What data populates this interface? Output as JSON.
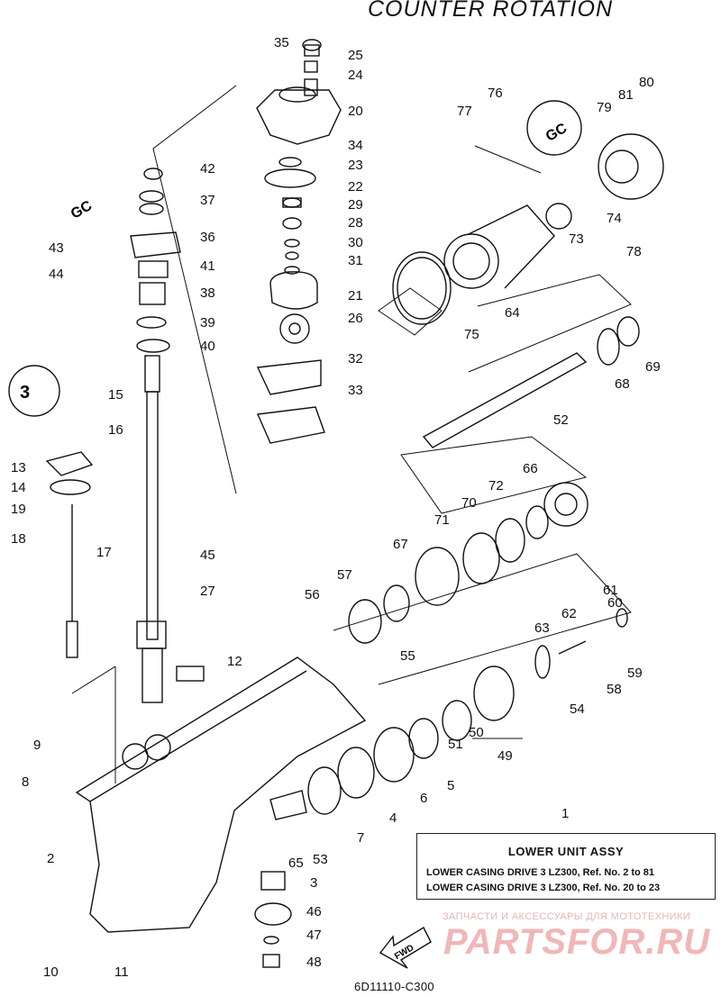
{
  "header": {
    "title": "COUNTER  ROTATION"
  },
  "callouts": [
    "1",
    "2",
    "3",
    "4",
    "5",
    "6",
    "7",
    "8",
    "9",
    "10",
    "11",
    "12",
    "13",
    "14",
    "15",
    "16",
    "17",
    "18",
    "19",
    "20",
    "21",
    "22",
    "23",
    "24",
    "25",
    "26",
    "27",
    "28",
    "29",
    "30",
    "31",
    "32",
    "33",
    "34",
    "35",
    "36",
    "37",
    "38",
    "39",
    "40",
    "41",
    "42",
    "43",
    "44",
    "45",
    "46",
    "47",
    "48",
    "49",
    "50",
    "51",
    "52",
    "53",
    "54",
    "55",
    "56",
    "57",
    "58",
    "59",
    "60",
    "61",
    "62",
    "63",
    "64",
    "65",
    "66",
    "67",
    "68",
    "69",
    "70",
    "71",
    "72",
    "73",
    "74",
    "75",
    "76",
    "77",
    "78",
    "79",
    "80",
    "81"
  ],
  "symbols": {
    "grease": "GC",
    "other": "3"
  },
  "ref_box": {
    "heading": "LOWER  UNIT ASSY",
    "rows": [
      "LOWER CASING DRIVE 3 LZ300,   Ref. No. 2 to 81",
      "LOWER CASING DRIVE 3 LZ300,   Ref. No. 20 to 23"
    ]
  },
  "watermark": {
    "caption": "ЗАПЧАСТИ И АКСЕССУАРЫ ДЛЯ МОТОТЕХНИКИ",
    "logo": "PARTSFOR.RU"
  },
  "direction_arrow": "FWD",
  "figure_code": "6D11110-C300"
}
